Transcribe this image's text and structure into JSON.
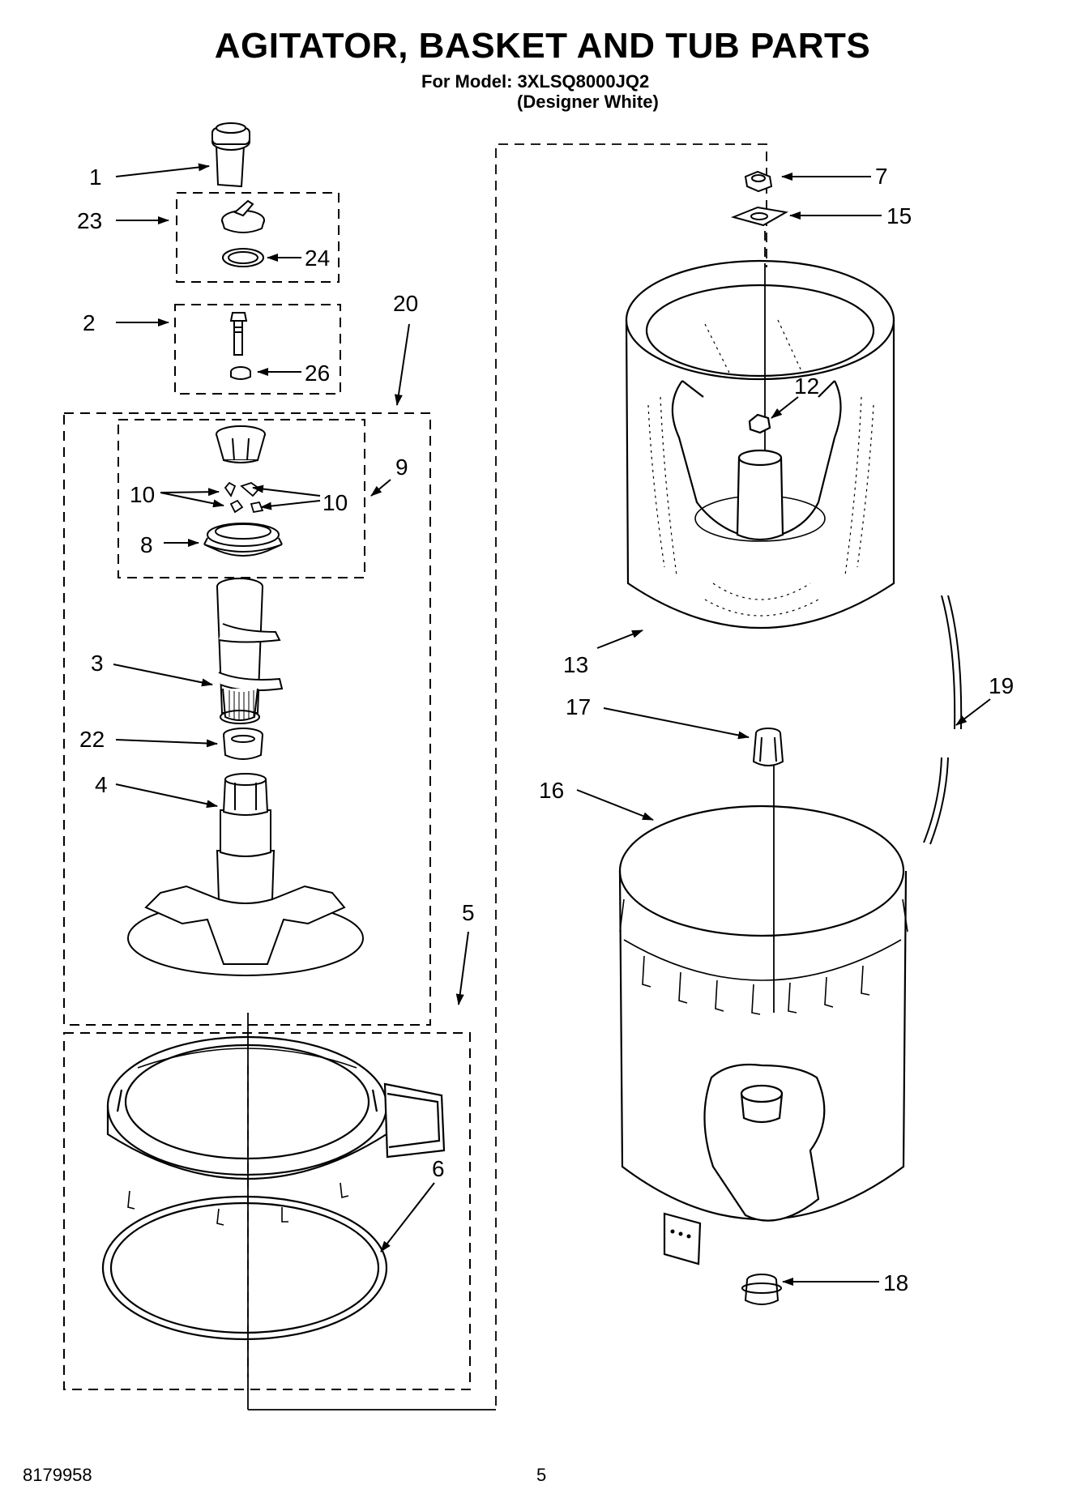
{
  "header": {
    "title": "AGITATOR, BASKET AND TUB PARTS",
    "model": "For Model: 3XLSQ8000JQ2",
    "variant": "(Designer White)"
  },
  "footer": {
    "doc_number": "8179958",
    "page_number": "5"
  },
  "callouts": {
    "c1": "1",
    "c23": "23",
    "c24": "24",
    "c2": "2",
    "c26": "26",
    "c20": "20",
    "c9": "9",
    "c10a": "10",
    "c10b": "10",
    "c8": "8",
    "c3": "3",
    "c22": "22",
    "c4": "4",
    "c5": "5",
    "c6": "6",
    "c7": "7",
    "c15": "15",
    "c12": "12",
    "c13": "13",
    "c17": "17",
    "c19": "19",
    "c16": "16",
    "c18": "18"
  }
}
